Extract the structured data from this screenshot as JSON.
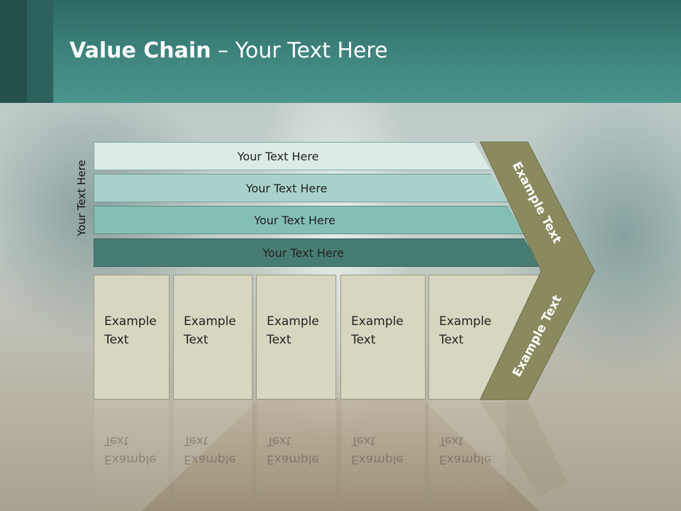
{
  "slide": {
    "title_bold": "Value Chain",
    "title_rest": " – Your Text Here",
    "vertical_label": "Your Text Here"
  },
  "bars": [
    {
      "label": "Your Text Here",
      "color": "#dceae8"
    },
    {
      "label": "Your Text Here",
      "color": "#a8d2cb"
    },
    {
      "label": "Your Text Here",
      "color": "#84bfb5"
    },
    {
      "label": "Your Text Here",
      "color": "#477c73"
    }
  ],
  "boxes": [
    {
      "line1": "Example",
      "line2": "Text"
    },
    {
      "line1": "Example",
      "line2": "Text"
    },
    {
      "line1": "Example",
      "line2": "Text"
    },
    {
      "line1": "Example",
      "line2": "Text"
    },
    {
      "line1": "Example",
      "line2": "Text"
    }
  ],
  "arrow": {
    "top_text": "Example Text",
    "bottom_text": "Example Text",
    "color": "#8b8a5f"
  }
}
